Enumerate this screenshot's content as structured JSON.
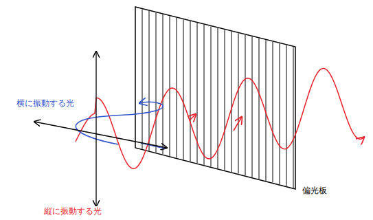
{
  "diagram": {
    "labels": [
      "横に振動する光",
      "縦に振動する光",
      "偏光板"
    ]
  }
}
